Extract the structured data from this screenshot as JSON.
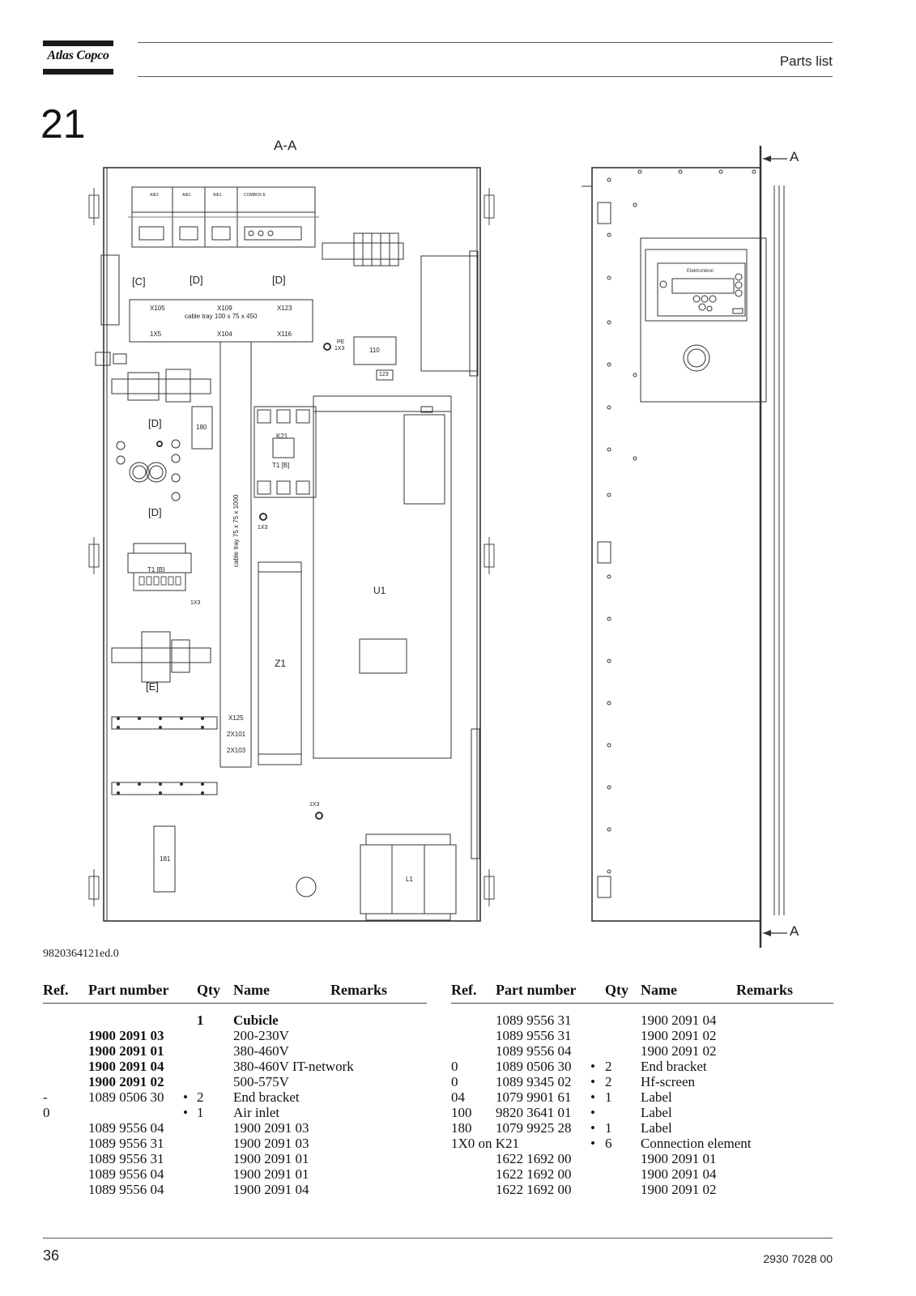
{
  "header": {
    "brand": "Atlas Copco",
    "title": "Parts list"
  },
  "section_number": "21",
  "drawing": {
    "view_label": "A-A",
    "cut_label": "A",
    "drawing_number": "9820364121ed.0",
    "labels": {
      "aie2": "AIE2",
      "aie1a": "AIE1",
      "aie1b": "AIE1",
      "combox": "COMBOX E",
      "c": "[C]",
      "d1": "[D]",
      "d2": "[D]",
      "d3": "[D]",
      "d4": "[D]",
      "e": "[E]",
      "x105": "X105",
      "x109": "X109",
      "x123": "X123",
      "cable_tray_h": "cable tray 100 x 75 x 450",
      "x1x5": "1X5",
      "x104": "X104",
      "x116": "X116",
      "pe": "PE",
      "x1x3a": "1X3",
      "l110": "110",
      "l123": "123",
      "l180": "180",
      "k21": "K21",
      "t1b_k21": "T1  [B]",
      "t1b": "T1  [B]",
      "cable_tray_v": "cable tray 75 x 75 x 1000",
      "x1x3b": "1X3",
      "x1x3c": "1X3",
      "x1x3d": "1X3",
      "u1": "U1",
      "z1": "Z1",
      "x125": "X125",
      "x2x101": "2X101",
      "x2x103": "2X103",
      "l181": "181",
      "l1": "L1"
    },
    "panel_brand": "Elektronikon"
  },
  "tables": [
    {
      "headers": [
        "Ref.",
        "Part number",
        "Qty",
        "Name",
        "Remarks"
      ],
      "rows": [
        {
          "ref": "",
          "part": "",
          "dot": "",
          "qty": "1",
          "name": "Cubicle",
          "bold": [
            "qty",
            "name"
          ]
        },
        {
          "ref": "",
          "part": "1900 2091 03",
          "dot": "",
          "qty": "",
          "name": "200-230V",
          "bold": [
            "part"
          ]
        },
        {
          "ref": "",
          "part": "1900 2091 01",
          "dot": "",
          "qty": "",
          "name": "380-460V",
          "bold": [
            "part"
          ]
        },
        {
          "ref": "",
          "part": "1900 2091 04",
          "dot": "",
          "qty": "",
          "name": "380-460V IT-network",
          "bold": [
            "part"
          ]
        },
        {
          "ref": "",
          "part": "1900 2091 02",
          "dot": "",
          "qty": "",
          "name": "500-575V",
          "bold": [
            "part"
          ]
        },
        {
          "ref": "-",
          "part": "1089 0506 30",
          "dot": "•",
          "qty": "2",
          "name": "End bracket",
          "bold": []
        },
        {
          "ref": "0",
          "part": "",
          "dot": "•",
          "qty": "1",
          "name": "Air inlet",
          "bold": []
        },
        {
          "ref": "",
          "part": "1089 9556 04",
          "dot": "",
          "qty": "",
          "name": "1900 2091 03",
          "bold": []
        },
        {
          "ref": "",
          "part": "1089 9556 31",
          "dot": "",
          "qty": "",
          "name": "1900 2091 03",
          "bold": []
        },
        {
          "ref": "",
          "part": "1089 9556 31",
          "dot": "",
          "qty": "",
          "name": "1900 2091 01",
          "bold": []
        },
        {
          "ref": "",
          "part": "1089 9556 04",
          "dot": "",
          "qty": "",
          "name": "1900 2091 01",
          "bold": []
        },
        {
          "ref": "",
          "part": "1089 9556 04",
          "dot": "",
          "qty": "",
          "name": "1900 2091 04",
          "bold": []
        }
      ]
    },
    {
      "headers": [
        "Ref.",
        "Part number",
        "Qty",
        "Name",
        "Remarks"
      ],
      "rows": [
        {
          "ref": "",
          "part": "1089 9556 31",
          "dot": "",
          "qty": "",
          "name": "1900 2091 04",
          "bold": []
        },
        {
          "ref": "",
          "part": "1089 9556 31",
          "dot": "",
          "qty": "",
          "name": "1900 2091 02",
          "bold": []
        },
        {
          "ref": "",
          "part": "1089 9556 04",
          "dot": "",
          "qty": "",
          "name": "1900 2091 02",
          "bold": []
        },
        {
          "ref": "0",
          "part": "1089 0506 30",
          "dot": "•",
          "qty": "2",
          "name": "End bracket",
          "bold": []
        },
        {
          "ref": "0",
          "part": "1089 9345 02",
          "dot": "•",
          "qty": "2",
          "name": "Hf-screen",
          "bold": []
        },
        {
          "ref": "04",
          "part": "1079 9901 61",
          "dot": "•",
          "qty": "1",
          "name": "Label",
          "bold": []
        },
        {
          "ref": "100",
          "part": "9820 3641 01",
          "dot": "•",
          "qty": "",
          "name": "Label",
          "bold": []
        },
        {
          "ref": "180",
          "part": "1079 9925 28",
          "dot": "•",
          "qty": "1",
          "name": "Label",
          "bold": []
        },
        {
          "ref": "1X0 on K21",
          "part": "",
          "dot": "•",
          "qty": "6",
          "name": "Connection element",
          "bold": []
        },
        {
          "ref": "",
          "part": "1622 1692 00",
          "dot": "",
          "qty": "",
          "name": "1900 2091 01",
          "bold": []
        },
        {
          "ref": "",
          "part": "1622 1692 00",
          "dot": "",
          "qty": "",
          "name": "1900 2091 04",
          "bold": []
        },
        {
          "ref": "",
          "part": "1622 1692 00",
          "dot": "",
          "qty": "",
          "name": "1900 2091 02",
          "bold": []
        }
      ]
    }
  ],
  "footer": {
    "page_number": "36",
    "document_number": "2930 7028 00"
  }
}
